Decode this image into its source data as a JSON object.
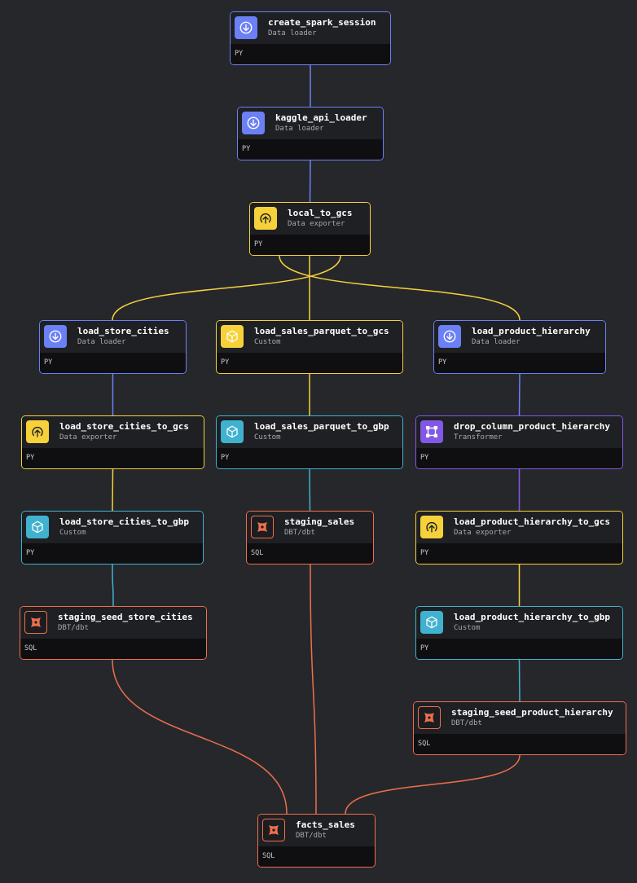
{
  "colors": {
    "background": "#26272b",
    "data_loader": "#6b80f5",
    "data_exporter": "#f7d13a",
    "custom": "#40b2cf",
    "transformer": "#8258e6",
    "dbt": "#ee6f4d"
  },
  "blocks": [
    {
      "id": "create_spark_session",
      "title": "create_spark_session",
      "subtitle": "Data loader",
      "lang": "PY",
      "kind": "data_loader",
      "icon": "download-icon"
    },
    {
      "id": "kaggle_api_loader",
      "title": "kaggle_api_loader",
      "subtitle": "Data loader",
      "lang": "PY",
      "kind": "data_loader",
      "icon": "download-icon"
    },
    {
      "id": "local_to_gcs",
      "title": "local_to_gcs",
      "subtitle": "Data exporter",
      "lang": "PY",
      "kind": "data_exporter",
      "icon": "upload-icon"
    },
    {
      "id": "load_store_cities",
      "title": "load_store_cities",
      "subtitle": "Data loader",
      "lang": "PY",
      "kind": "data_loader",
      "icon": "download-icon"
    },
    {
      "id": "load_sales_parquet_to_gcs",
      "title": "load_sales_parquet_to_gcs",
      "subtitle": "Custom",
      "lang": "PY",
      "kind": "custom_yellow",
      "icon": "cube-icon"
    },
    {
      "id": "load_product_hierarchy",
      "title": "load_product_hierarchy",
      "subtitle": "Data loader",
      "lang": "PY",
      "kind": "data_loader",
      "icon": "download-icon"
    },
    {
      "id": "load_store_cities_to_gcs",
      "title": "load_store_cities_to_gcs",
      "subtitle": "Data exporter",
      "lang": "PY",
      "kind": "data_exporter",
      "icon": "upload-icon"
    },
    {
      "id": "load_sales_parquet_to_gbp",
      "title": "load_sales_parquet_to_gbp",
      "subtitle": "Custom",
      "lang": "PY",
      "kind": "custom",
      "icon": "cube-icon"
    },
    {
      "id": "drop_column_product_hierarchy",
      "title": "drop_column_product_hierarchy",
      "subtitle": "Transformer",
      "lang": "PY",
      "kind": "transformer",
      "icon": "transform-icon"
    },
    {
      "id": "load_store_cities_to_gbp",
      "title": "load_store_cities_to_gbp",
      "subtitle": "Custom",
      "lang": "PY",
      "kind": "custom",
      "icon": "cube-icon"
    },
    {
      "id": "staging_sales",
      "title": "staging_sales",
      "subtitle": "DBT/dbt",
      "lang": "SQL",
      "kind": "dbt",
      "icon": "dbt-icon"
    },
    {
      "id": "load_product_hierarchy_to_gcs",
      "title": "load_product_hierarchy_to_gcs",
      "subtitle": "Data exporter",
      "lang": "PY",
      "kind": "data_exporter",
      "icon": "upload-icon"
    },
    {
      "id": "staging_seed_store_cities",
      "title": "staging_seed_store_cities",
      "subtitle": "DBT/dbt",
      "lang": "SQL",
      "kind": "dbt",
      "icon": "dbt-icon"
    },
    {
      "id": "load_product_hierarchy_to_gbp",
      "title": "load_product_hierarchy_to_gbp",
      "subtitle": "Custom",
      "lang": "PY",
      "kind": "custom",
      "icon": "cube-icon"
    },
    {
      "id": "staging_seed_product_hierarchy",
      "title": "staging_seed_product_hierarchy",
      "subtitle": "DBT/dbt",
      "lang": "SQL",
      "kind": "dbt",
      "icon": "dbt-icon"
    },
    {
      "id": "facts_sales",
      "title": "facts_sales",
      "subtitle": "DBT/dbt",
      "lang": "SQL",
      "kind": "dbt",
      "icon": "dbt-icon"
    }
  ],
  "edges": [
    {
      "from": "create_spark_session",
      "to": "kaggle_api_loader"
    },
    {
      "from": "kaggle_api_loader",
      "to": "local_to_gcs"
    },
    {
      "from": "local_to_gcs",
      "to": "load_store_cities"
    },
    {
      "from": "local_to_gcs",
      "to": "load_sales_parquet_to_gcs"
    },
    {
      "from": "local_to_gcs",
      "to": "load_product_hierarchy"
    },
    {
      "from": "load_store_cities",
      "to": "load_store_cities_to_gcs"
    },
    {
      "from": "load_sales_parquet_to_gcs",
      "to": "load_sales_parquet_to_gbp"
    },
    {
      "from": "load_product_hierarchy",
      "to": "drop_column_product_hierarchy"
    },
    {
      "from": "load_store_cities_to_gcs",
      "to": "load_store_cities_to_gbp"
    },
    {
      "from": "load_sales_parquet_to_gbp",
      "to": "staging_sales"
    },
    {
      "from": "drop_column_product_hierarchy",
      "to": "load_product_hierarchy_to_gcs"
    },
    {
      "from": "load_store_cities_to_gbp",
      "to": "staging_seed_store_cities"
    },
    {
      "from": "load_product_hierarchy_to_gcs",
      "to": "load_product_hierarchy_to_gbp"
    },
    {
      "from": "load_product_hierarchy_to_gbp",
      "to": "staging_seed_product_hierarchy"
    },
    {
      "from": "staging_seed_store_cities",
      "to": "facts_sales"
    },
    {
      "from": "staging_sales",
      "to": "facts_sales"
    },
    {
      "from": "staging_seed_product_hierarchy",
      "to": "facts_sales"
    }
  ]
}
